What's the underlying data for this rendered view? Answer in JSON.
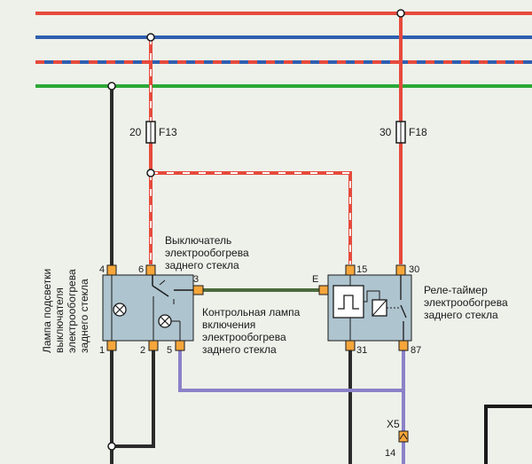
{
  "fuses": {
    "f13": {
      "rating": "20",
      "name": "F13"
    },
    "f18": {
      "rating": "30",
      "name": "F18"
    }
  },
  "switch_module": {
    "switch_label": [
      "Выключатель",
      "электрообогрева",
      "заднего стекла"
    ],
    "lamp_backlight_label": [
      "Лампа подсветки",
      "выключателя",
      "электрообогрева",
      "заднего стекла"
    ],
    "control_lamp_label": [
      "Контрольная лампа",
      "включения",
      "электрообогрева",
      "заднего стекла"
    ],
    "pins": {
      "p4": "4",
      "p6": "6",
      "p3": "3",
      "p1": "1",
      "p2": "2",
      "p5": "5"
    }
  },
  "relay": {
    "label": [
      "Реле-таймер",
      "электрообогрева",
      "заднего стекла"
    ],
    "pins": {
      "pE": "E",
      "p15": "15",
      "p30": "30",
      "p31": "31",
      "p87": "87"
    }
  },
  "connector": {
    "name": "X5",
    "pin": "14"
  },
  "colors": {
    "background": "#eef1ea",
    "wire_red": "#e64a3c",
    "wire_blue": "#2f5fb0",
    "wire_green": "#2da838",
    "wire_black": "#2b2b2b",
    "wire_violet": "#8a82c8",
    "wire_green_black": "#4d6b3d",
    "component_fill": "#aec4cf"
  }
}
